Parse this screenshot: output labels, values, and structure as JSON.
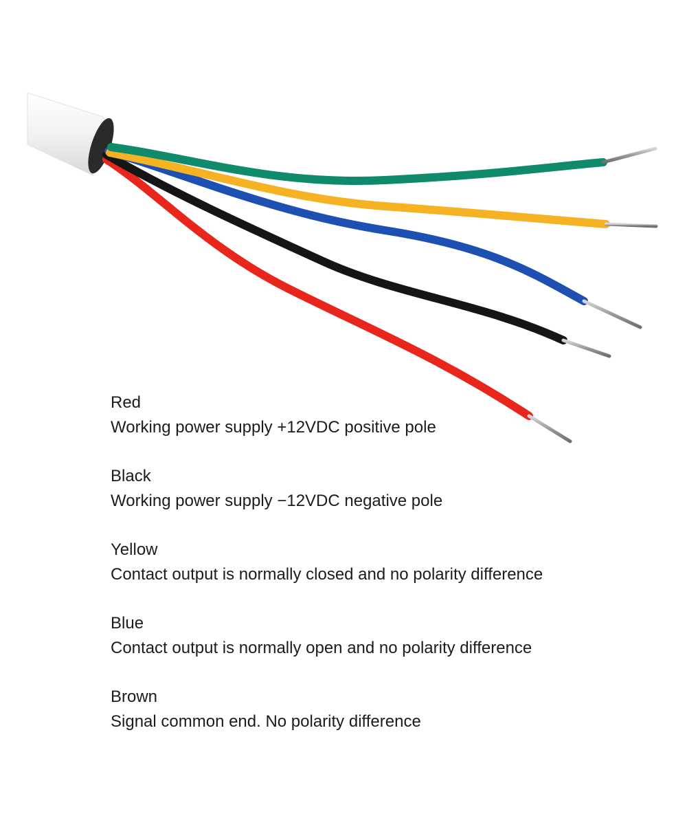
{
  "wires": [
    {
      "id": "green",
      "color": "#0f8a6a"
    },
    {
      "id": "yellow",
      "color": "#f5b223"
    },
    {
      "id": "blue",
      "color": "#1e4fb3"
    },
    {
      "id": "black",
      "color": "#151515"
    },
    {
      "id": "red",
      "color": "#e8261c"
    }
  ],
  "legend": [
    {
      "color_name": "Red",
      "description": "Working power supply +12VDC positive pole"
    },
    {
      "color_name": "Black",
      "description": "Working power supply −12VDC negative pole"
    },
    {
      "color_name": "Yellow",
      "description": "Contact output is normally closed and no polarity difference"
    },
    {
      "color_name": "Blue",
      "description": "Contact output is normally open and no polarity difference"
    },
    {
      "color_name": "Brown",
      "description": "Signal common end. No polarity difference"
    }
  ]
}
